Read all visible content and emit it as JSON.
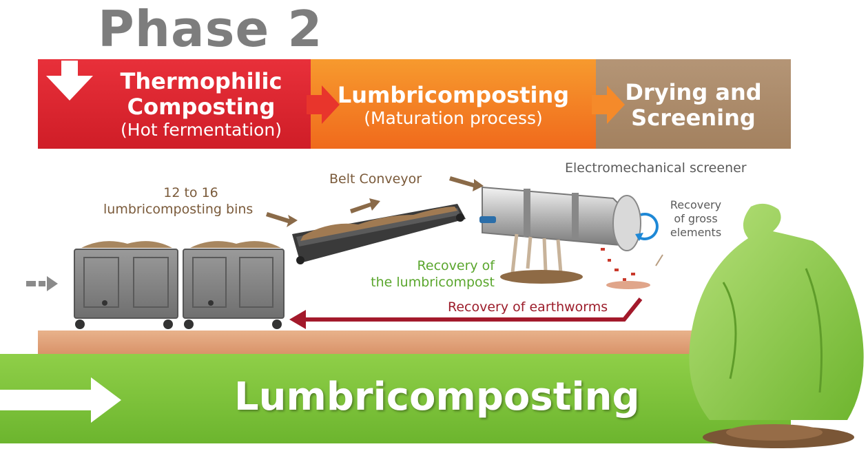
{
  "title": "Phase 2",
  "stages": [
    {
      "title_line1": "Thermophilic",
      "title_line2": "Composting",
      "subtitle": "(Hot fermentation)",
      "color": "#d8232d"
    },
    {
      "title_line1": "Lumbricomposting",
      "subtitle": "(Maturation process)",
      "color": "#f47b20"
    },
    {
      "title_line1": "Drying and",
      "title_line2": "Screening",
      "color": "#a98866"
    }
  ],
  "labels": {
    "bins_line1": "12 to 16",
    "bins_line2": "lumbricomposting bins",
    "belt": "Belt Conveyor",
    "screener": "Electromechanical screener",
    "gross_line1": "Recovery",
    "gross_line2": "of gross",
    "gross_line3": "elements",
    "lumbricompost_line1": "Recovery of",
    "lumbricompost_line2": "the lumbricompost",
    "earthworms": "Recovery of earthworms"
  },
  "footer_label": "Lumbricomposting",
  "colors": {
    "thermophilic": "#d8232d",
    "maturation": "#f47b20",
    "drying": "#a98866",
    "green": "#7cc13a",
    "worm_arrow": "#a3192b"
  }
}
